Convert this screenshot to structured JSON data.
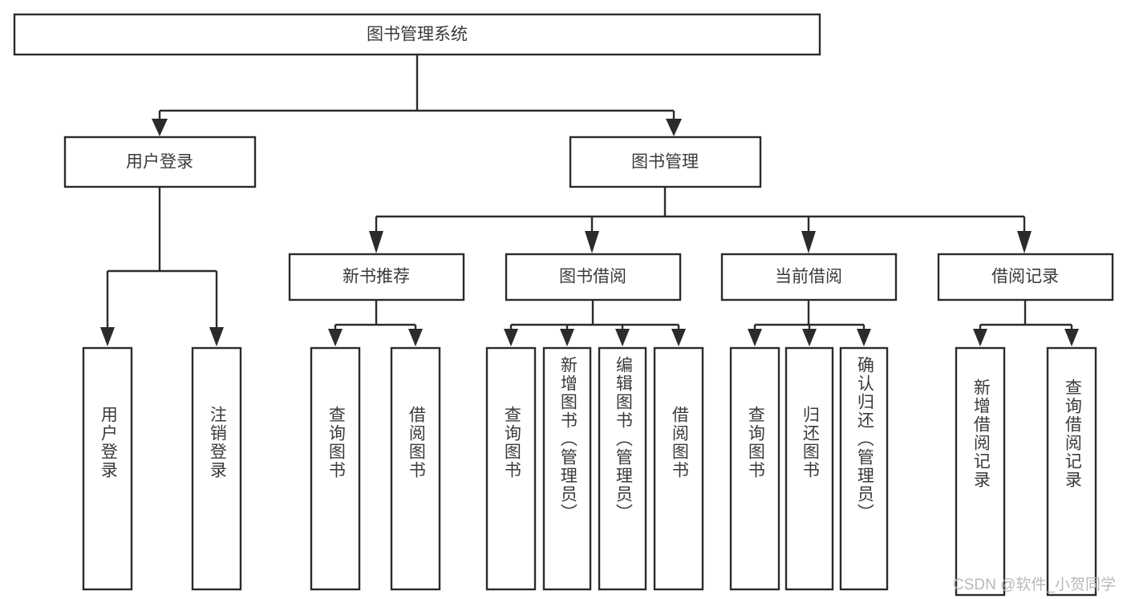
{
  "diagram": {
    "title_node": {
      "label": "图书管理系统"
    },
    "level2": [
      {
        "id": "user-login",
        "label": "用户登录"
      },
      {
        "id": "book-manage",
        "label": "图书管理"
      }
    ],
    "level3": [
      {
        "id": "new-book-recommend",
        "label": "新书推荐"
      },
      {
        "id": "book-borrow",
        "label": "图书借阅"
      },
      {
        "id": "current-borrow",
        "label": "当前借阅"
      },
      {
        "id": "borrow-record",
        "label": "借阅记录"
      }
    ],
    "leaves": {
      "user_login": [
        {
          "id": "leaf-user-login",
          "label": "用户登录"
        },
        {
          "id": "leaf-logout-login",
          "label": "注销登录"
        }
      ],
      "new_book_recommend": [
        {
          "id": "leaf-query-book-1",
          "label": "查询图书"
        },
        {
          "id": "leaf-borrow-book-1",
          "label": "借阅图书"
        }
      ],
      "book_borrow": [
        {
          "id": "leaf-query-book-2",
          "label": "查询图书"
        },
        {
          "id": "leaf-add-book",
          "label": "新增图书（管理员）"
        },
        {
          "id": "leaf-edit-book",
          "label": "编辑图书（管理员）"
        },
        {
          "id": "leaf-borrow-book-2",
          "label": "借阅图书"
        }
      ],
      "current_borrow": [
        {
          "id": "leaf-query-book-3",
          "label": "查询图书"
        },
        {
          "id": "leaf-return-book",
          "label": "归还图书"
        },
        {
          "id": "leaf-confirm-return",
          "label": "确认归还（管理员）"
        }
      ],
      "borrow_record": [
        {
          "id": "leaf-add-borrow-record",
          "label": "新增借阅记录"
        },
        {
          "id": "leaf-query-borrow-record",
          "label": "查询借阅记录"
        }
      ]
    }
  },
  "watermark": {
    "text": "CSDN @软件_小贺同学"
  },
  "colors": {
    "stroke": "#2b2b2b",
    "text": "#3a3a3a",
    "background": "#ffffff",
    "watermark": "#b9b9b9"
  }
}
